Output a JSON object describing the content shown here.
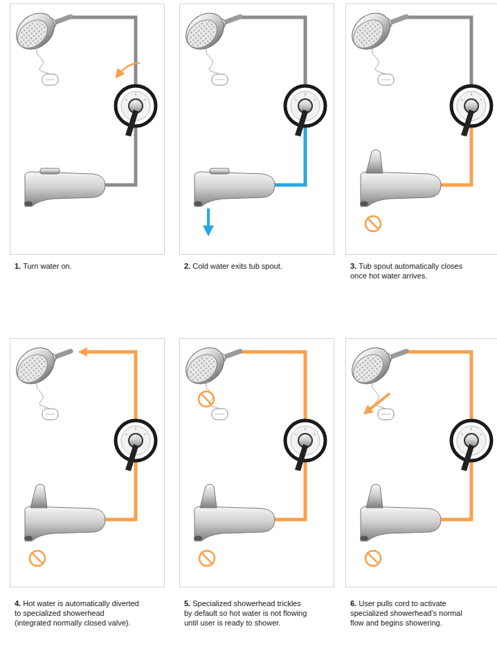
{
  "diagram": {
    "nodes": [
      {
        "text": [
          "1.",
          "Turn water on."
        ]
      },
      {
        "text": [
          "2.",
          "Cold water exits tub spout."
        ]
      },
      {
        "text": [
          "3.",
          "Tub spout automatically closes once hot water arrives."
        ]
      },
      {
        "text": [
          "4.",
          "Hot water is automatically diverted to specialized showerhead (integrated normally closed valve)."
        ]
      },
      {
        "text": [
          "5.",
          "Specialized showerhead trickles by default so hot water is not flowing until user is ready to shower."
        ]
      },
      {
        "text": [
          "6.",
          "User pulls cord to activate specialized showerhead's normal flow and begins showering."
        ]
      }
    ]
  }
}
